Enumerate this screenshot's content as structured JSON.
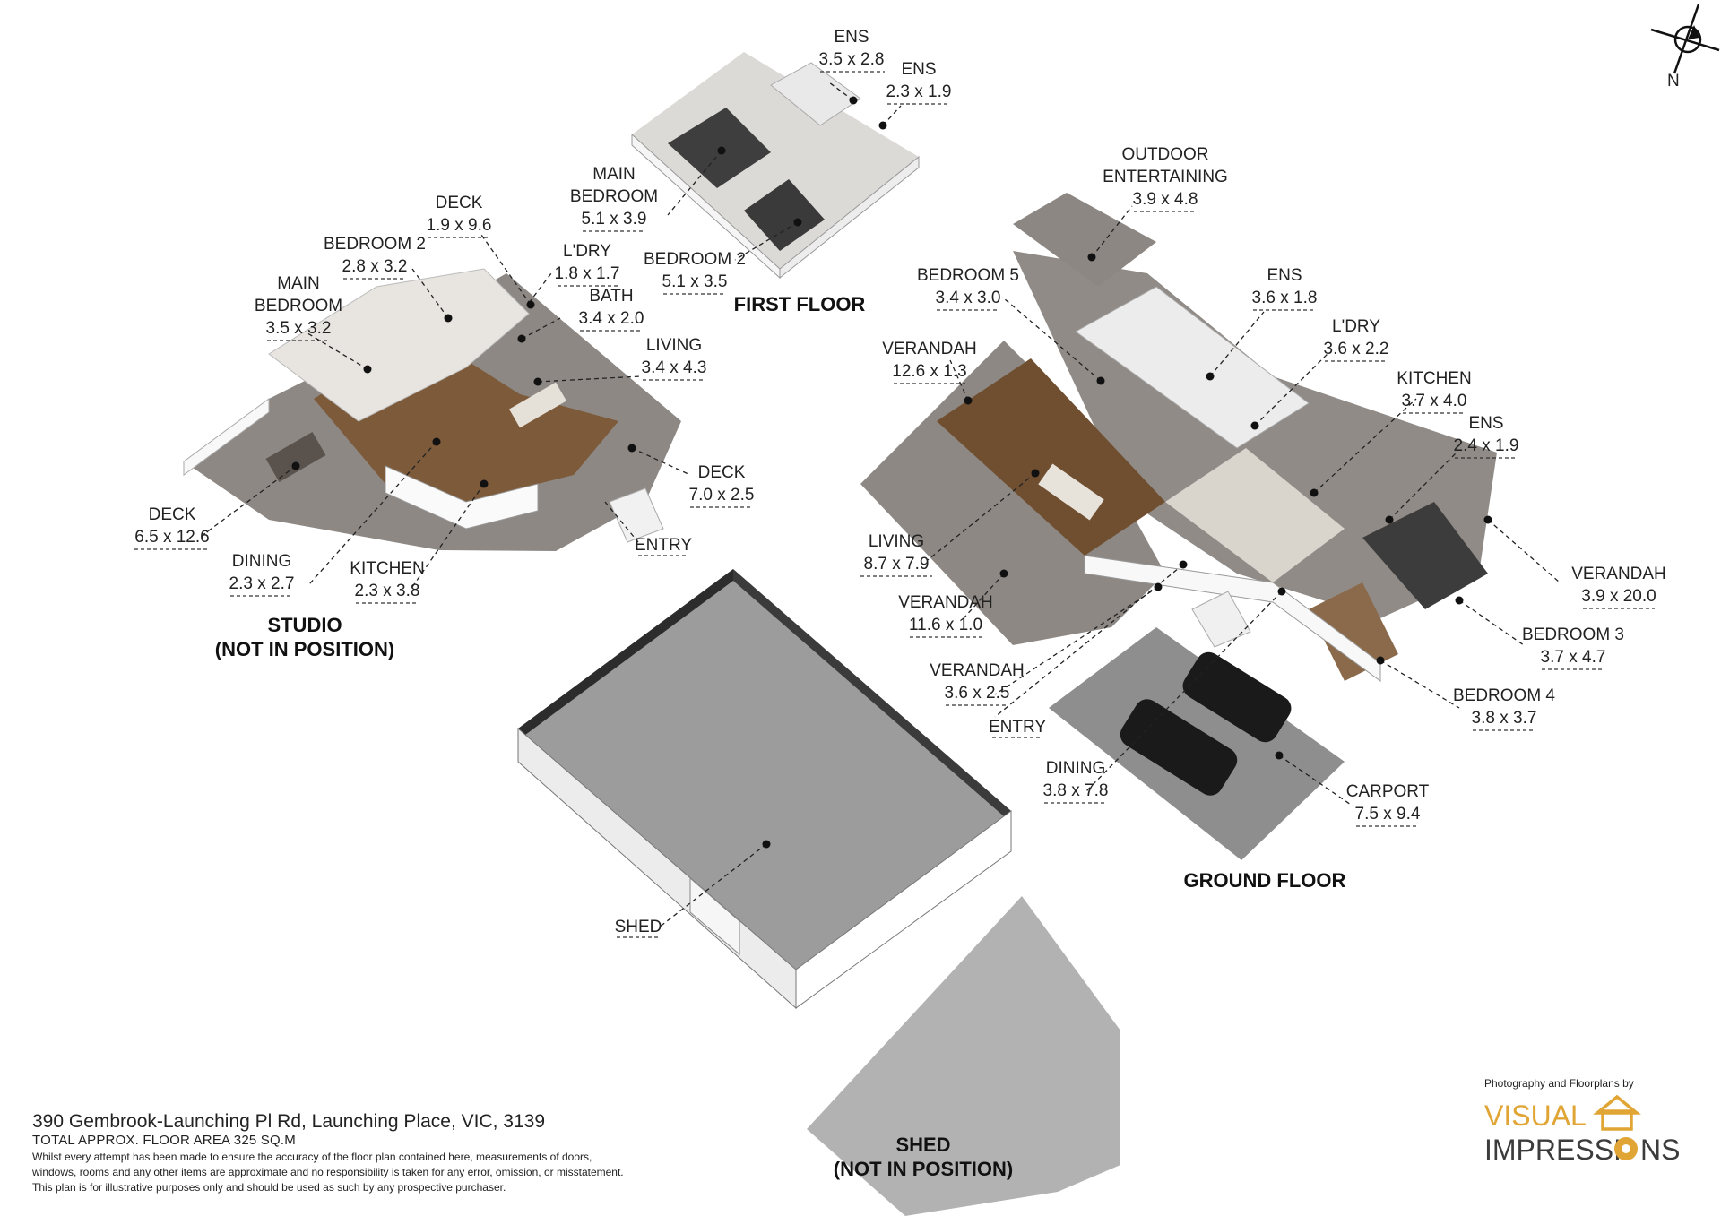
{
  "floors": {
    "first": "FIRST FLOOR",
    "ground": "GROUND FLOOR",
    "studio": [
      "STUDIO",
      "(NOT IN POSITION)"
    ],
    "shed": [
      "SHED",
      "(NOT IN POSITION)"
    ]
  },
  "rooms": {
    "ff_ens_a": {
      "name": [
        "ENS"
      ],
      "dim": "3.5 x 2.8"
    },
    "ff_ens_b": {
      "name": [
        "ENS"
      ],
      "dim": "2.3 x 1.9"
    },
    "ff_main_bedroom": {
      "name": [
        "MAIN",
        "BEDROOM"
      ],
      "dim": "5.1 x 3.9"
    },
    "ff_bedroom2": {
      "name": [
        "BEDROOM 2"
      ],
      "dim": "5.1 x 3.5"
    },
    "st_deck_top": {
      "name": [
        "DECK"
      ],
      "dim": "1.9 x 9.6"
    },
    "st_bedroom2": {
      "name": [
        "BEDROOM 2"
      ],
      "dim": "2.8 x 3.2"
    },
    "st_main_bedroom": {
      "name": [
        "MAIN",
        "BEDROOM"
      ],
      "dim": "3.5 x 3.2"
    },
    "st_ldry": {
      "name": [
        "L'DRY"
      ],
      "dim": "1.8 x 1.7"
    },
    "st_bath": {
      "name": [
        "BATH"
      ],
      "dim": "3.4 x 2.0"
    },
    "st_living": {
      "name": [
        "LIVING"
      ],
      "dim": "3.4 x 4.3"
    },
    "st_deck_right": {
      "name": [
        "DECK"
      ],
      "dim": "7.0 x 2.5"
    },
    "st_entry": {
      "name": [
        "ENTRY"
      ],
      "dim": ""
    },
    "st_deck_left": {
      "name": [
        "DECK"
      ],
      "dim": "6.5 x 12.6"
    },
    "st_dining": {
      "name": [
        "DINING"
      ],
      "dim": "2.3 x 2.7"
    },
    "st_kitchen": {
      "name": [
        "KITCHEN"
      ],
      "dim": "2.3 x 3.8"
    },
    "gf_outdoor": {
      "name": [
        "OUTDOOR",
        "ENTERTAINING"
      ],
      "dim": "3.9 x 4.8"
    },
    "gf_bedroom5": {
      "name": [
        "BEDROOM 5"
      ],
      "dim": "3.4 x 3.0"
    },
    "gf_ens_top": {
      "name": [
        "ENS"
      ],
      "dim": "3.6 x 1.8"
    },
    "gf_ldry": {
      "name": [
        "L'DRY"
      ],
      "dim": "3.6 x 2.2"
    },
    "gf_kitchen": {
      "name": [
        "KITCHEN"
      ],
      "dim": "3.7 x 4.0"
    },
    "gf_ens_mid": {
      "name": [
        "ENS"
      ],
      "dim": "2.4 x 1.9"
    },
    "gf_verandah_top": {
      "name": [
        "VERANDAH"
      ],
      "dim": "12.6 x 1.3"
    },
    "gf_living": {
      "name": [
        "LIVING"
      ],
      "dim": "8.7 x 7.9"
    },
    "gf_verandah_mid": {
      "name": [
        "VERANDAH"
      ],
      "dim": "11.6 x 1.0"
    },
    "gf_verandah_entry": {
      "name": [
        "VERANDAH"
      ],
      "dim": "3.6 x 2.5"
    },
    "gf_entry": {
      "name": [
        "ENTRY"
      ],
      "dim": ""
    },
    "gf_dining": {
      "name": [
        "DINING"
      ],
      "dim": "3.8 x 7.8"
    },
    "gf_verandah_right": {
      "name": [
        "VERANDAH"
      ],
      "dim": "3.9 x 20.0"
    },
    "gf_bedroom3": {
      "name": [
        "BEDROOM 3"
      ],
      "dim": "3.7 x 4.7"
    },
    "gf_bedroom4": {
      "name": [
        "BEDROOM 4"
      ],
      "dim": "3.8 x 3.7"
    },
    "gf_carport": {
      "name": [
        "CARPORT"
      ],
      "dim": "7.5 x 9.4"
    },
    "shed": {
      "name": [
        "SHED"
      ],
      "dim": ""
    }
  },
  "compass": {
    "label": "N"
  },
  "footer": {
    "address": "390 Gembrook-Launching Pl Rd, Launching Place, VIC, 3139",
    "area": "TOTAL APPROX. FLOOR AREA 325 SQ.M",
    "disclaimer_1": "Whilst every attempt has been made to ensure the accuracy of the floor plan contained here, measurements of doors,",
    "disclaimer_2": "windows, rooms and any other items are approximate and no responsibility is taken for any error, omission, or misstatement.",
    "disclaimer_3": "This plan is for illustrative purposes only and should be used as such by any prospective purchaser."
  },
  "brand": {
    "byline": "Photography and Floorplans by",
    "word1": "VISUAL",
    "word2_a": "IMPRESSI",
    "word2_b": "NS",
    "accent": "#e0a534",
    "dark": "#3c3c3c"
  },
  "colors": {
    "wood": "#7d5a3a",
    "deck": "#8f8a86",
    "concrete": "#9a9a9a",
    "wall": "#f4f4f4",
    "tile": "#d8d3cb"
  }
}
